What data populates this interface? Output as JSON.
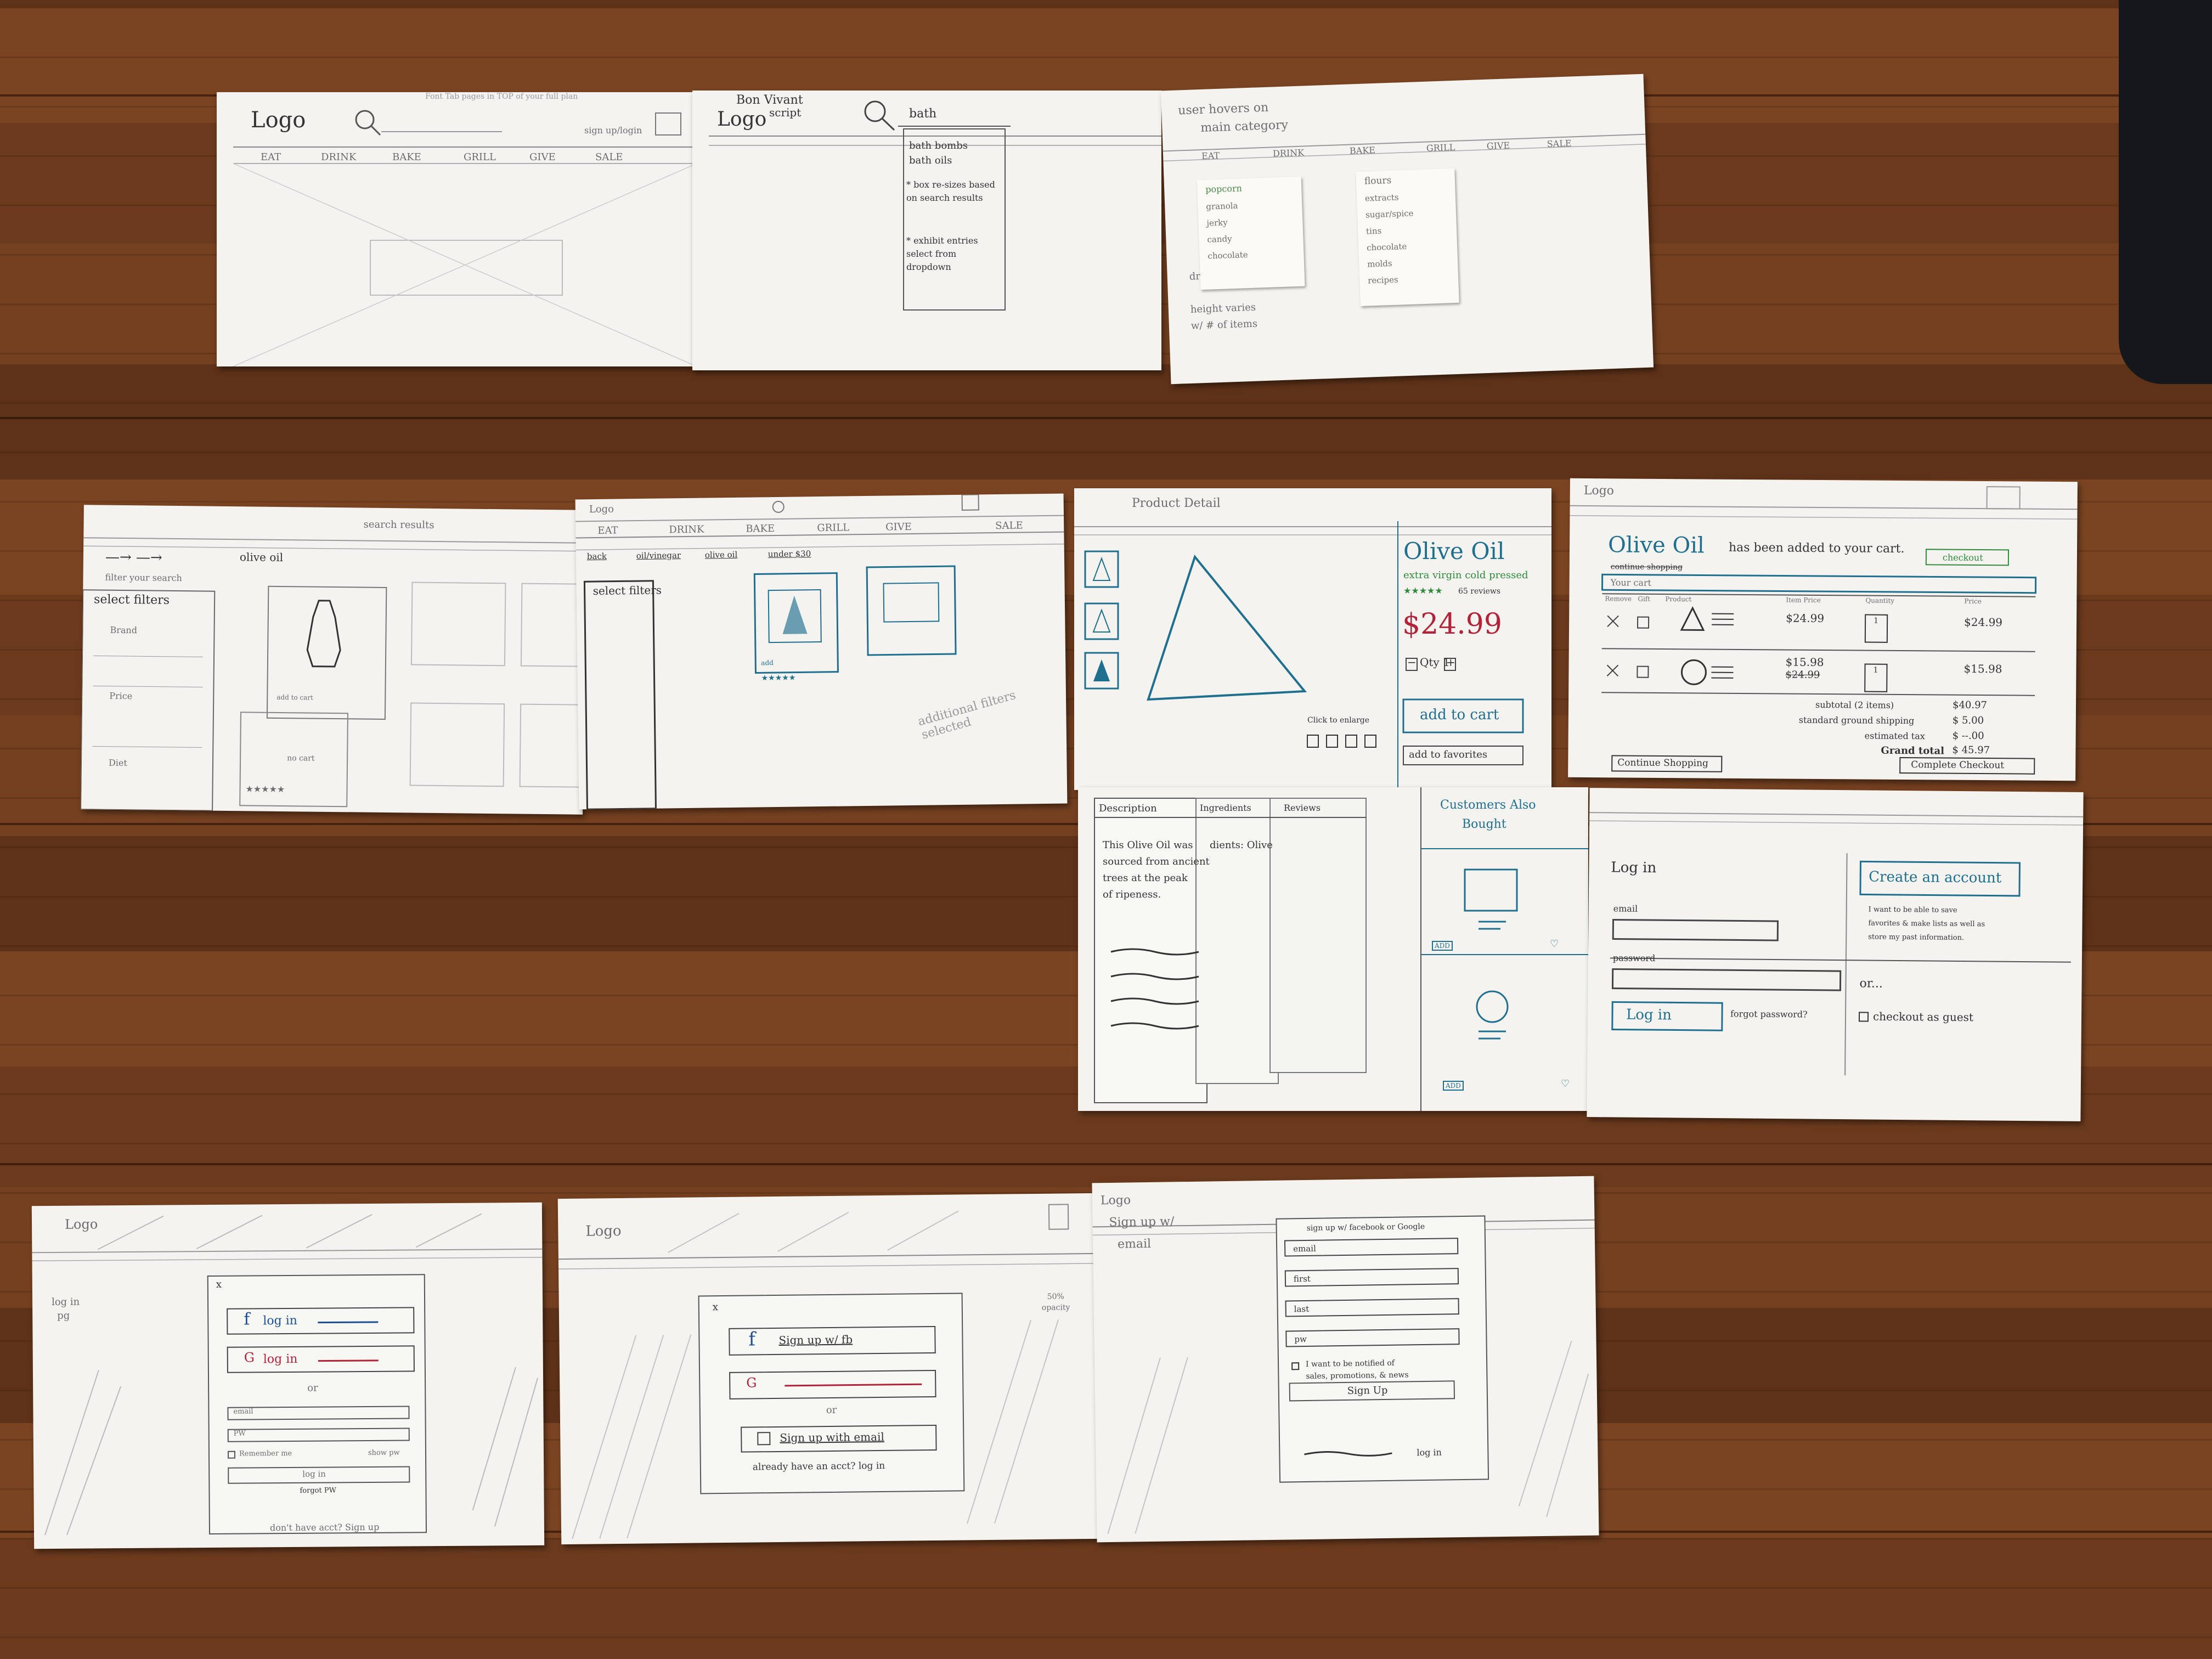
{
  "sketch1": {
    "logo": "Logo",
    "tagline": "Font Tab pages in TOP of your full plan",
    "signup": "sign up/login",
    "nav": [
      "EAT",
      "DRINK",
      "BAKE",
      "GRILL",
      "GIVE",
      "SALE"
    ]
  },
  "sketch2": {
    "logo": "Logo",
    "logo_script": "Bon Vivant",
    "script": "script",
    "query": "bath",
    "dropdown": [
      "bath bombs",
      "bath oils",
      "* box re-sizes based on search results",
      "* exhibit entries select from dropdown"
    ]
  },
  "sketch3": {
    "note_line1": "user hovers on",
    "note_line2": "main category",
    "nav": [
      "EAT",
      "DRINK",
      "BAKE",
      "GRILL",
      "GIVE",
      "SALE"
    ],
    "sticky_left": [
      "popcorn",
      "granola",
      "jerky",
      "candy",
      "chocolate"
    ],
    "sticky_right": [
      "flours",
      "extracts",
      "sugar/spice",
      "tins",
      "chocolate",
      "molds",
      "recipes"
    ],
    "side_notes": [
      "drop down",
      "height varies",
      "w/ # of items"
    ]
  },
  "sketch4": {
    "header_note": "search results",
    "arrows": "—→ —→",
    "query": "olive oil",
    "filter_note": "filter your search",
    "select_filters": "select filters",
    "filters": [
      "Brand",
      "Price",
      "Diet"
    ],
    "add_label": "add to cart",
    "stars": "★★★★★",
    "no_cart": "no cart"
  },
  "sketch5": {
    "logo": "Logo",
    "nav": [
      "EAT",
      "DRINK",
      "BAKE",
      "GRILL",
      "GIVE",
      "SALE"
    ],
    "breadcrumb": [
      "back",
      "oil/vinegar",
      "olive oil",
      "under $30"
    ],
    "select_filters": "select filters",
    "note": "additional filters selected",
    "add": "add",
    "stars": "★★★★★"
  },
  "sketch6": {
    "header": "Product Detail",
    "title": "Olive Oil",
    "subtitle": "extra virgin cold pressed",
    "stars": "★★★★★",
    "reviews": "65 reviews",
    "price": "$24.99",
    "qty_minus": "−",
    "qty_label": "Qty 1",
    "qty_plus": "+",
    "add_to_cart": "add to cart",
    "add_fav": "add to favorites",
    "zoom": "Click to enlarge"
  },
  "sketch7": {
    "logo": "Logo",
    "headline": "Olive Oil",
    "headline_tail": "has been added to your cart.",
    "checkout": "checkout",
    "continue_shopping": "continue shopping",
    "your_cart": "Your cart",
    "cols": [
      "Remove",
      "Gift",
      "Product",
      "Item Price",
      "Quantity",
      "Price"
    ],
    "rows": [
      {
        "item": "$24.99",
        "qty": "1",
        "price": "$24.99"
      },
      {
        "item": "$15.98",
        "was": "$24.99",
        "qty": "1",
        "price": "$15.98"
      }
    ],
    "summary": [
      [
        "subtotal (2 items)",
        "$40.97"
      ],
      [
        "standard ground shipping",
        "$ 5.00"
      ],
      [
        "estimated tax",
        "$ --.00"
      ],
      [
        "Grand total",
        "$ 45.97"
      ]
    ],
    "btn_continue": "Continue Shopping",
    "btn_complete": "Complete Checkout"
  },
  "sketch8": {
    "tabs": [
      "Description",
      "Ingredients",
      "Reviews"
    ],
    "desc": [
      "This Olive Oil was",
      "sourced from ancient",
      "trees at the peak",
      "of ripeness."
    ],
    "ingredients_peek": "dients: Olive",
    "also_bought": [
      "Customers Also",
      "Bought"
    ],
    "add": "ADD"
  },
  "sketch9": {
    "login": "Log in",
    "email": "email",
    "password": "password",
    "login_btn": "Log in",
    "forgot": "forgot password?",
    "create": "Create an account",
    "create_note": [
      "I want to be able to save",
      "favorites & make lists as well as",
      "store my past information."
    ],
    "or": "or...",
    "guest": "checkout as guest"
  },
  "sketch10": {
    "logo": "Logo",
    "side_note": [
      "log in",
      "pg"
    ],
    "fb": "log in",
    "google": "log in",
    "or": "or",
    "email": "email",
    "pw": "PW",
    "remember": "Remember me",
    "show": "show pw",
    "login": "log in",
    "forgot": "forgot PW",
    "no_acct": "don't have acct? Sign up",
    "close": "x"
  },
  "sketch11": {
    "logo": "Logo",
    "fb": "Sign up w/ fb",
    "or": "or",
    "email_btn": "Sign up with email",
    "have_acct": "already have an acct? log in",
    "side_note": [
      "50%",
      "opacity"
    ],
    "close": "x"
  },
  "sketch12": {
    "logo": "Logo",
    "note": [
      "Sign up w/",
      "email"
    ],
    "top": "sign up w/ facebook or Google",
    "fields": [
      "email",
      "first",
      "last",
      "pw"
    ],
    "notify": [
      "I want to be notified of",
      "sales, promotions, & news"
    ],
    "signup": "Sign Up",
    "login": "log in"
  }
}
